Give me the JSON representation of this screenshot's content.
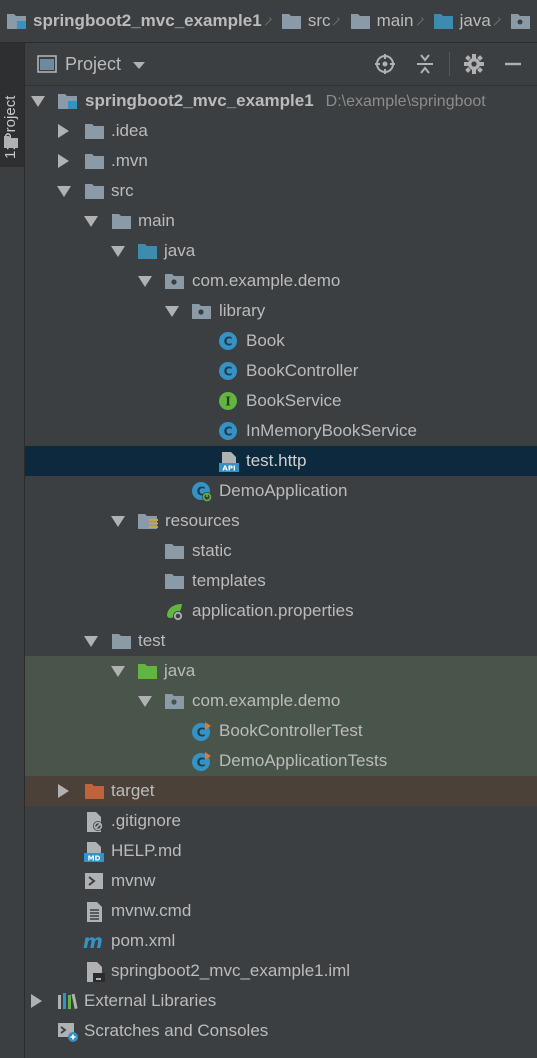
{
  "breadcrumb": {
    "items": [
      {
        "label": "springboot2_mvc_example1",
        "icon": "module-folder-icon"
      },
      {
        "label": "src",
        "icon": "folder-icon"
      },
      {
        "label": "main",
        "icon": "folder-icon"
      },
      {
        "label": "java",
        "icon": "source-folder-icon"
      }
    ]
  },
  "tool_strip": {
    "project_tab_label": "1: Project"
  },
  "panel": {
    "title": "Project",
    "actions": [
      "locate-icon",
      "collapse-all-icon",
      "gear-icon",
      "minimize-icon"
    ]
  },
  "tree": {
    "root_label": "springboot2_mvc_example1",
    "root_path": "D:\\example\\springboot",
    "nodes": {
      "idea": ".idea",
      "mvn": ".mvn",
      "src": "src",
      "main": "main",
      "java": "java",
      "pkg": "com.example.demo",
      "library": "library",
      "book": "Book",
      "book_controller": "BookController",
      "book_service": "BookService",
      "in_memory": "InMemoryBookService",
      "test_http": "test.http",
      "demo_app": "DemoApplication",
      "resources": "resources",
      "static": "static",
      "templates": "templates",
      "app_props": "application.properties",
      "test": "test",
      "test_java": "java",
      "test_pkg": "com.example.demo",
      "book_controller_test": "BookControllerTest",
      "demo_app_tests": "DemoApplicationTests",
      "target": "target",
      "gitignore": ".gitignore",
      "help_md": "HELP.md",
      "mvnw": "mvnw",
      "mvnw_cmd": "mvnw.cmd",
      "pom": "pom.xml",
      "iml": "springboot2_mvc_example1.iml",
      "external_libs": "External Libraries",
      "scratches": "Scratches and Consoles"
    }
  },
  "colors": {
    "background": "#3c3f41",
    "selection": "#0d293e",
    "test_row": "#49544a",
    "excluded_row": "#4b4139",
    "class_icon": "#3592c4",
    "interface_icon": "#62b543",
    "excluded_folder": "#c0633a",
    "test_folder": "#62b543"
  }
}
